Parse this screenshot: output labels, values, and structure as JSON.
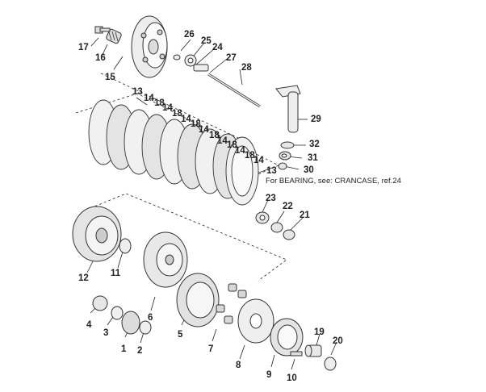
{
  "callouts": {
    "c1": "1",
    "c2": "2",
    "c3": "3",
    "c4": "4",
    "c5": "5",
    "c6": "6",
    "c7": "7",
    "c8": "8",
    "c9": "9",
    "c10": "10",
    "c11": "11",
    "c12": "12",
    "c13a": "13",
    "c13b": "13",
    "c14a": "14",
    "c14b": "14",
    "c14c": "14",
    "c14d": "14",
    "c14e": "14",
    "c14f": "14",
    "c14g": "14",
    "c15": "15",
    "c16": "16",
    "c17": "17",
    "c18a": "18",
    "c18b": "18",
    "c18c": "18",
    "c18d": "18",
    "c18e": "18",
    "c18f": "18",
    "c19": "19",
    "c20": "20",
    "c21": "21",
    "c22": "22",
    "c23": "23",
    "c24": "24",
    "c25": "25",
    "c26": "26",
    "c27": "27",
    "c28": "28",
    "c29": "29",
    "c30": "30",
    "c31": "31",
    "c32": "32"
  },
  "note": "For BEARING, see: CRANCASE, ref.24"
}
